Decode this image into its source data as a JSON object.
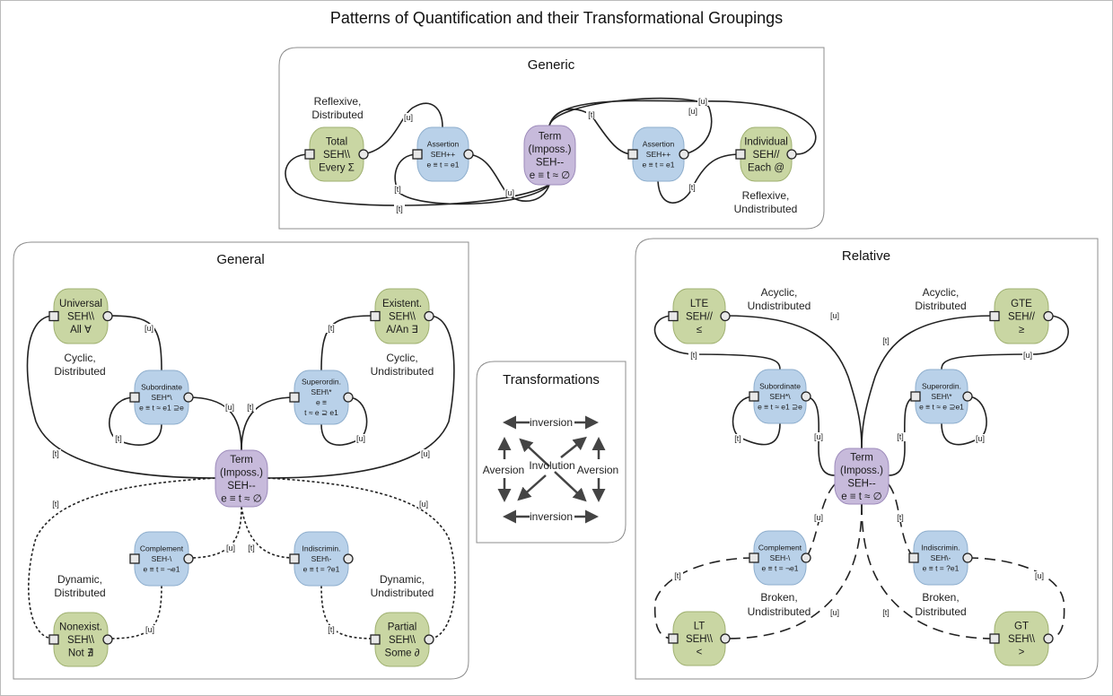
{
  "title": "Patterns of Quantification and their Transformational Groupings",
  "colors": {
    "universal_node": "#c9d6a3",
    "particular_node": "#b9d1e9",
    "term_node": "#c7badb",
    "edge": "#222222"
  },
  "panels": {
    "generic": {
      "title": "Generic",
      "captions": [
        "Reflexive,",
        "Distributed",
        "Reflexive,",
        "Undistributed"
      ]
    },
    "general": {
      "title": "General",
      "captions": [
        "Cyclic,",
        "Distributed",
        "Cyclic,",
        "Undistributed",
        "Dynamic,",
        "Distributed",
        "Dynamic,",
        "Undistributed"
      ]
    },
    "relative": {
      "title": "Relative",
      "captions": [
        "Acyclic,",
        "Undistributed",
        "Acyclic,",
        "Distributed",
        "Broken,",
        "Undistributed",
        "Broken,",
        "Distributed"
      ]
    },
    "transformations": {
      "title": "Transformations",
      "inversion_top": "inversion",
      "inversion_bottom": "inversion",
      "aversion_left": "Aversion",
      "aversion_right": "Aversion",
      "involution": "Involution"
    }
  },
  "nodes": {
    "g_total": {
      "kind": "universal",
      "lines": [
        "Total",
        "SEH\\\\",
        "Every Σ"
      ]
    },
    "g_assert1": {
      "kind": "particular",
      "lines": [
        "Assertion",
        "SEH++",
        "e ≡ t = e1"
      ]
    },
    "g_term": {
      "kind": "term",
      "lines": [
        "Term",
        "(Imposs.)",
        "SEH--",
        "e ≡ t ≈ ∅"
      ]
    },
    "g_assert2": {
      "kind": "particular",
      "lines": [
        "Assertion",
        "SEH++",
        "e ≡ t = e1"
      ]
    },
    "g_indiv": {
      "kind": "universal",
      "lines": [
        "Individual",
        "SEH//",
        "Each @"
      ]
    },
    "n_univ": {
      "kind": "universal",
      "lines": [
        "Universal",
        "SEH\\\\",
        "All ∀"
      ]
    },
    "n_exist": {
      "kind": "universal",
      "lines": [
        "Existent.",
        "SEH\\\\",
        "A/An ∃"
      ]
    },
    "n_sub": {
      "kind": "particular",
      "lines": [
        "Subordinate",
        "SEH*\\",
        "e ≡ t ≈ e1 ⊇e"
      ]
    },
    "n_super": {
      "kind": "particular",
      "lines": [
        "Superordin.",
        "SEH\\*",
        "e ≡",
        "t ≈ e ⊇ e1"
      ]
    },
    "n_term": {
      "kind": "term",
      "lines": [
        "Term",
        "(Imposs.)",
        "SEH--",
        "e ≡ t ≈ ∅"
      ]
    },
    "n_comp": {
      "kind": "particular",
      "lines": [
        "Complement",
        "SEH-\\",
        "e ≡ t = ¬e1"
      ]
    },
    "n_indis": {
      "kind": "particular",
      "lines": [
        "Indiscrimin.",
        "SEH\\-",
        "e ≡ t = ?e1"
      ]
    },
    "n_nonex": {
      "kind": "universal",
      "lines": [
        "Nonexist.",
        "SEH\\\\",
        "Not ∄"
      ]
    },
    "n_partial": {
      "kind": "universal",
      "lines": [
        "Partial",
        "SEH\\\\",
        "Some ∂"
      ]
    },
    "r_lte": {
      "kind": "universal",
      "lines": [
        "LTE",
        "SEH//",
        "≤"
      ]
    },
    "r_gte": {
      "kind": "universal",
      "lines": [
        "GTE",
        "SEH//",
        "≥"
      ]
    },
    "r_sub": {
      "kind": "particular",
      "lines": [
        "Subordinate",
        "SEH*\\",
        "e ≡ t ≈ e1 ⊇e"
      ]
    },
    "r_super": {
      "kind": "particular",
      "lines": [
        "Superordin.",
        "SEH\\*",
        "e ≡ t ≈ e ⊇e1"
      ]
    },
    "r_term": {
      "kind": "term",
      "lines": [
        "Term",
        "(Imposs.)",
        "SEH--",
        "e ≡ t ≈ ∅"
      ]
    },
    "r_comp": {
      "kind": "particular",
      "lines": [
        "Complement",
        "SEH-\\",
        "e ≡ t = ¬e1"
      ]
    },
    "r_indis": {
      "kind": "particular",
      "lines": [
        "Indiscrimin.",
        "SEH\\-",
        "e ≡ t = ?e1"
      ]
    },
    "r_lt": {
      "kind": "universal",
      "lines": [
        "LT",
        "SEH\\\\",
        "<"
      ]
    },
    "r_gt": {
      "kind": "universal",
      "lines": [
        "GT",
        "SEH\\\\",
        ">"
      ]
    }
  },
  "edges": [
    {
      "from": "g_total",
      "to": "g_assert1",
      "label": "[u]",
      "style": "solid"
    },
    {
      "from": "g_total",
      "to": "g_term",
      "label": "[t]",
      "style": "solid"
    },
    {
      "from": "g_assert1",
      "to": "g_term",
      "label": "[t]",
      "style": "solid"
    },
    {
      "from": "g_assert1",
      "to": "g_term",
      "label": "[u]",
      "style": "solid"
    },
    {
      "from": "g_term",
      "to": "g_assert2",
      "label": "[t]",
      "style": "solid"
    },
    {
      "from": "g_term",
      "to": "g_assert2",
      "label": "[u]",
      "style": "solid"
    },
    {
      "from": "g_term",
      "to": "g_indiv",
      "label": "[u]",
      "style": "solid"
    },
    {
      "from": "g_assert2",
      "to": "g_indiv",
      "label": "[t]",
      "style": "solid"
    },
    {
      "from": "n_univ",
      "to": "n_sub",
      "label": "[u]",
      "style": "solid"
    },
    {
      "from": "n_univ",
      "to": "n_term",
      "label": "[t]",
      "style": "solid"
    },
    {
      "from": "n_sub",
      "to": "n_sub",
      "label": "[t]",
      "style": "solid"
    },
    {
      "from": "n_sub",
      "to": "n_term",
      "label": "[u]",
      "style": "solid"
    },
    {
      "from": "n_super",
      "to": "n_term",
      "label": "[t]",
      "style": "solid"
    },
    {
      "from": "n_super",
      "to": "n_super",
      "label": "[u]",
      "style": "solid"
    },
    {
      "from": "n_exist",
      "to": "n_super",
      "label": "[t]",
      "style": "solid"
    },
    {
      "from": "n_exist",
      "to": "n_term",
      "label": "[u]",
      "style": "solid"
    },
    {
      "from": "n_term",
      "to": "n_comp",
      "label": "[u]",
      "style": "dotted"
    },
    {
      "from": "n_term",
      "to": "n_indis",
      "label": "[t]",
      "style": "dotted"
    },
    {
      "from": "n_term",
      "to": "n_nonex",
      "label": "[t]",
      "style": "dotted"
    },
    {
      "from": "n_term",
      "to": "n_partial",
      "label": "[u]",
      "style": "dotted"
    },
    {
      "from": "n_comp",
      "to": "n_nonex",
      "label": "[u]",
      "style": "dotted"
    },
    {
      "from": "n_indis",
      "to": "n_partial",
      "label": "[t]",
      "style": "dotted"
    },
    {
      "from": "r_lte",
      "to": "r_term",
      "label": "[u]",
      "style": "solid"
    },
    {
      "from": "r_gte",
      "to": "r_term",
      "label": "[t]",
      "style": "solid"
    },
    {
      "from": "r_lte",
      "to": "r_sub",
      "label": "[t]",
      "style": "solid"
    },
    {
      "from": "r_gte",
      "to": "r_super",
      "label": "[u]",
      "style": "solid"
    },
    {
      "from": "r_sub",
      "to": "r_sub",
      "label": "[t]",
      "style": "solid"
    },
    {
      "from": "r_sub",
      "to": "r_term",
      "label": "[u]",
      "style": "solid"
    },
    {
      "from": "r_super",
      "to": "r_term",
      "label": "[t]",
      "style": "solid"
    },
    {
      "from": "r_super",
      "to": "r_super",
      "label": "[u]",
      "style": "solid"
    },
    {
      "from": "r_term",
      "to": "r_comp",
      "label": "[u]",
      "style": "dashed"
    },
    {
      "from": "r_term",
      "to": "r_indis",
      "label": "[t]",
      "style": "dashed"
    },
    {
      "from": "r_term",
      "to": "r_lt",
      "label": "[u]",
      "style": "dashed"
    },
    {
      "from": "r_term",
      "to": "r_gt",
      "label": "[t]",
      "style": "dashed"
    },
    {
      "from": "r_comp",
      "to": "r_lt",
      "label": "[t]",
      "style": "dashed"
    },
    {
      "from": "r_indis",
      "to": "r_gt",
      "label": "[u]",
      "style": "dashed"
    }
  ]
}
